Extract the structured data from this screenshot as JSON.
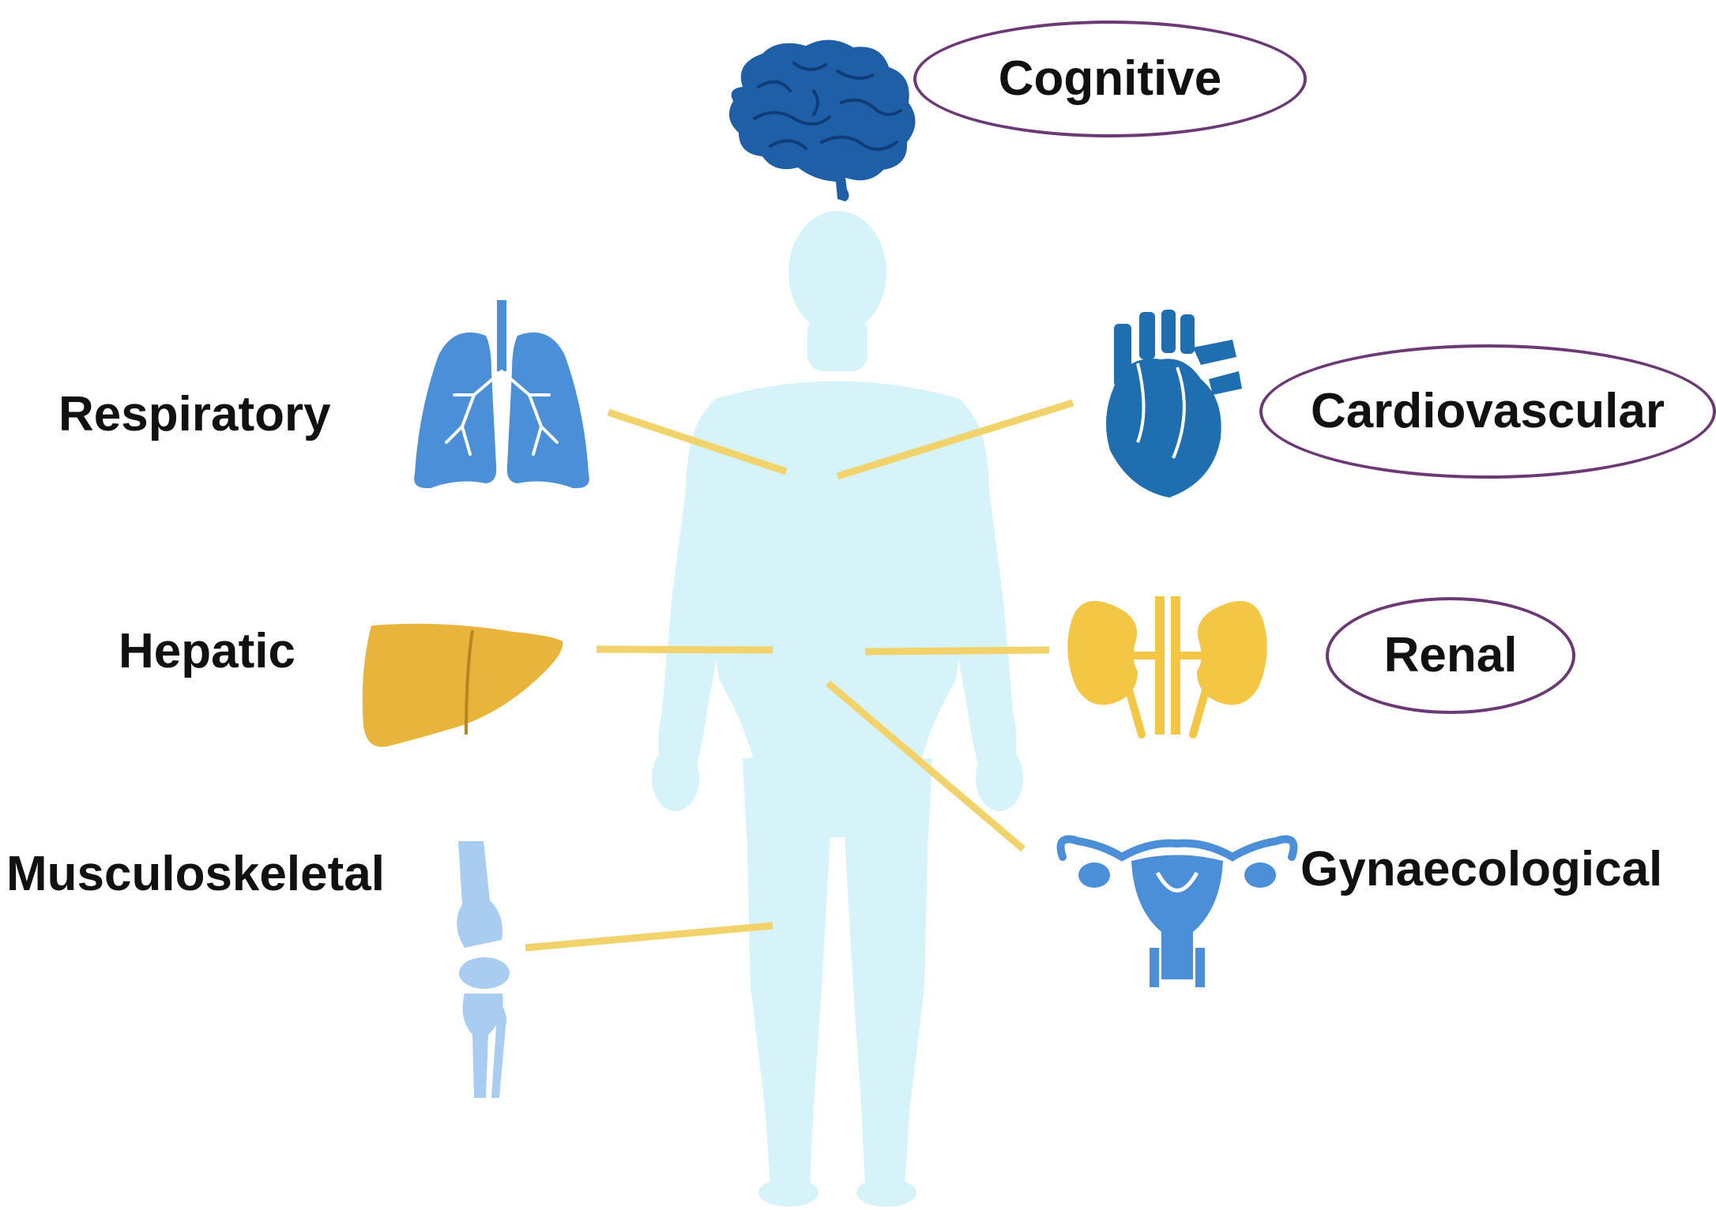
{
  "systems": {
    "cognitive": {
      "label": "Cognitive",
      "circled": true
    },
    "respiratory": {
      "label": "Respiratory",
      "circled": false
    },
    "cardiovascular": {
      "label": "Cardiovascular",
      "circled": true
    },
    "hepatic": {
      "label": "Hepatic",
      "circled": false
    },
    "renal": {
      "label": "Renal",
      "circled": true
    },
    "musculoskeletal": {
      "label": "Musculoskeletal",
      "circled": false
    },
    "gynaecological": {
      "label": "Gynaecological",
      "circled": false
    }
  },
  "colors": {
    "body": "#d6f3fa",
    "connector": "#f2d36b",
    "brain": "#1f5fa8",
    "lungs": "#4a8fd8",
    "heart": "#1f6fb0",
    "liver": "#e8b43c",
    "kidneys": "#f3c744",
    "uterus": "#4a8fd8",
    "knee": "#a9cdf0",
    "oval_outline": "#6b3a75",
    "label_text": "#111111"
  },
  "icons": {
    "brain": "brain-icon",
    "lungs": "lungs-icon",
    "heart": "heart-icon",
    "liver": "liver-icon",
    "kidneys": "kidneys-icon",
    "uterus": "uterus-icon",
    "knee": "knee-joint-icon",
    "body": "human-body-silhouette"
  }
}
